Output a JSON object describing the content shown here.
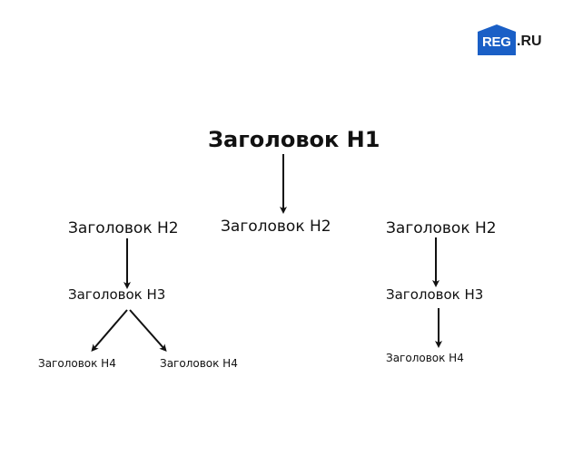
{
  "logo": {
    "mark": "REG",
    "suffix": ".RU",
    "color": "#1a5fc6"
  },
  "diagram": {
    "h1": {
      "label": "Заголовок H1"
    },
    "h2": [
      {
        "label": "Заголовок H2"
      },
      {
        "label": "Заголовок H2"
      },
      {
        "label": "Заголовок H2"
      }
    ],
    "h3": [
      {
        "label": "Заголовок H3"
      },
      {
        "label": "Заголовок H3"
      }
    ],
    "h4": [
      {
        "label": "Заголовок H4"
      },
      {
        "label": "Заголовок H4"
      },
      {
        "label": "Заголовок H4"
      }
    ]
  }
}
